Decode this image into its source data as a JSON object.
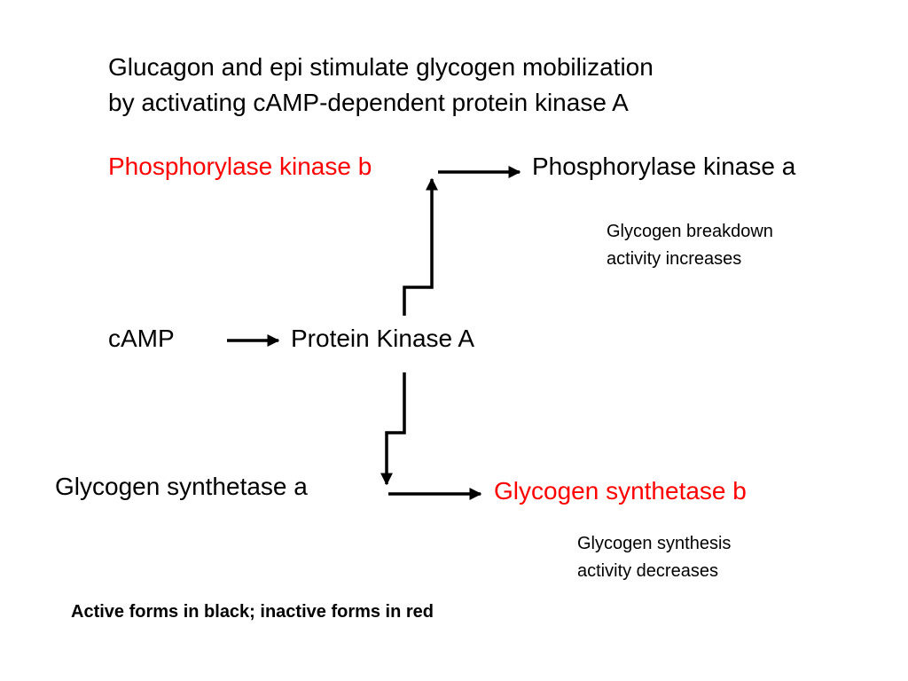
{
  "title": "Glucagon and epi stimulate glycogen mobilization\nby activating cAMP-dependent protein kinase A",
  "nodes": {
    "phosphorylase_kinase_b": "Phosphorylase kinase b",
    "phosphorylase_kinase_a": "Phosphorylase kinase a",
    "camp": "cAMP",
    "protein_kinase_a": "Protein Kinase A",
    "glycogen_synthetase_a": "Glycogen synthetase a",
    "glycogen_synthetase_b": "Glycogen synthetase b"
  },
  "notes": {
    "breakdown": "Glycogen breakdown\nactivity increases",
    "synthesis": "Glycogen synthesis\nactivity decreases"
  },
  "footnote": "Active forms in black; inactive forms in red",
  "colors": {
    "active": "#000000",
    "inactive": "#ff0000"
  }
}
